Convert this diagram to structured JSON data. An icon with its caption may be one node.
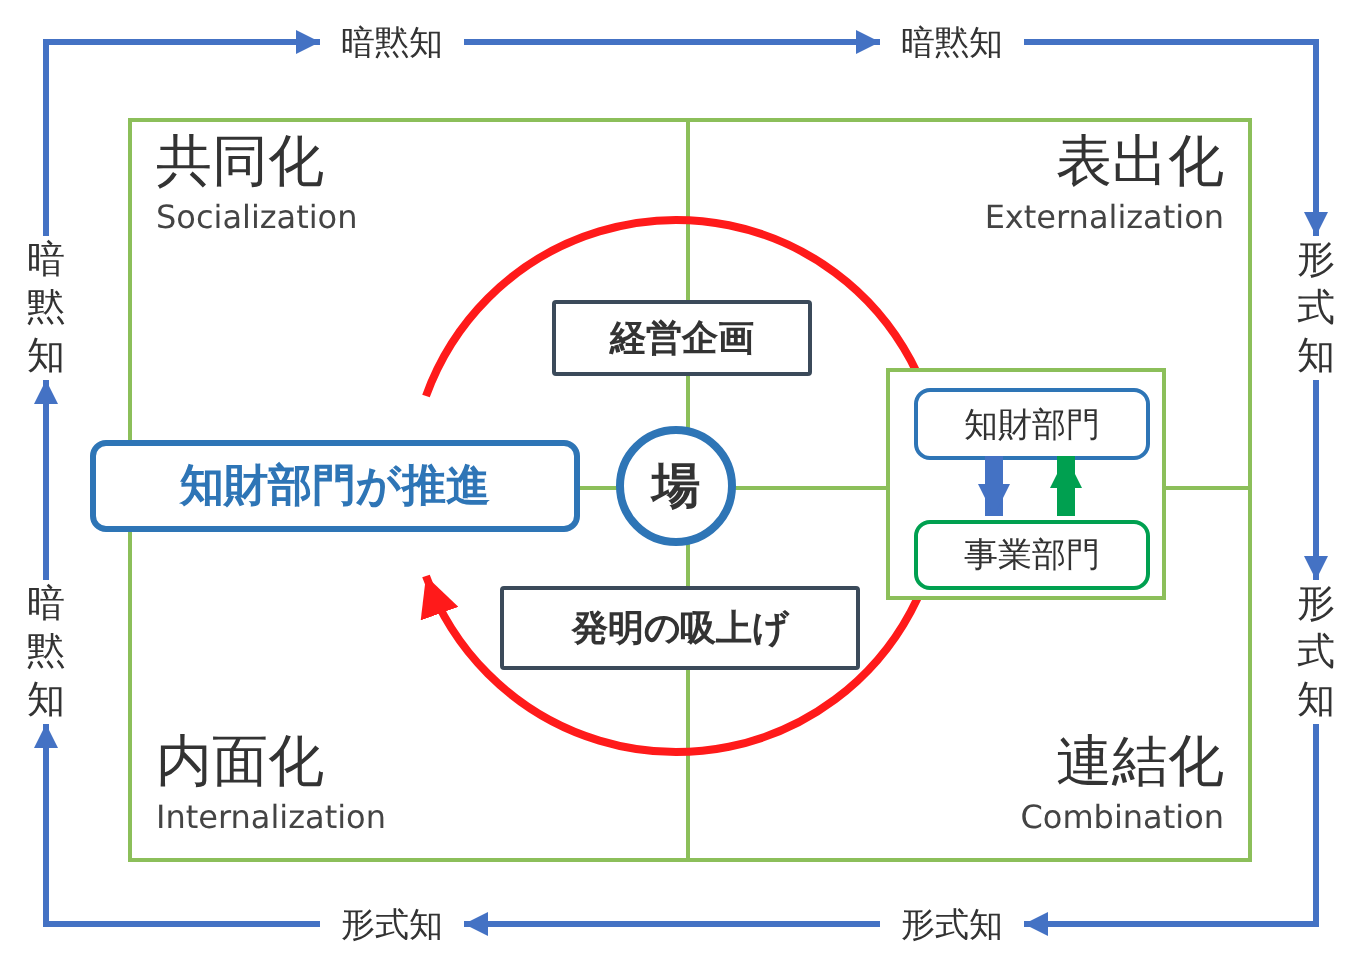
{
  "diagram": {
    "nodes": [
      {
        "text": [
          "暗黙知"
        ]
      },
      {
        "text": [
          "暗黙知"
        ]
      },
      {
        "text": [
          "形式知"
        ]
      },
      {
        "text": [
          "形式知"
        ]
      },
      {
        "text": [
          "形式知"
        ]
      },
      {
        "text": [
          "形式知"
        ]
      },
      {
        "text": [
          "暗黙知"
        ]
      },
      {
        "text": [
          "暗黙知"
        ]
      },
      {
        "text": [
          "共同化",
          "Socialization"
        ]
      },
      {
        "text": [
          "表出化",
          "Externalization"
        ]
      },
      {
        "text": [
          "内面化",
          "Internalization"
        ]
      },
      {
        "text": [
          "連結化",
          "Combination"
        ]
      },
      {
        "text": [
          "経営企画"
        ]
      },
      {
        "text": [
          "知財部門が推進"
        ]
      },
      {
        "text": [
          "場"
        ]
      },
      {
        "text": [],
        "shape": "box"
      },
      {
        "text": [
          "知財部門"
        ],
        "in": 15
      },
      {
        "text": [
          "事業部門"
        ],
        "in": 15
      },
      {
        "text": [
          "発明の吸上げ"
        ]
      }
    ],
    "edges": [
      {
        "from": 0,
        "to": 1,
        "arrow": "to"
      },
      {
        "from": 1,
        "to": 2,
        "arrow": "to"
      },
      {
        "from": 2,
        "to": 3,
        "arrow": "to"
      },
      {
        "from": 3,
        "to": 4,
        "arrow": "to"
      },
      {
        "from": 4,
        "to": 5,
        "arrow": "to"
      },
      {
        "from": 5,
        "to": 6,
        "arrow": "to"
      },
      {
        "from": 6,
        "to": 7,
        "arrow": "to"
      },
      {
        "from": 7,
        "to": 0,
        "arrow": "to"
      },
      {
        "from": 16,
        "to": 17,
        "arrow": "to",
        "style": "thick"
      },
      {
        "from": 17,
        "to": 16,
        "arrow": "to",
        "style": "thick",
        "color": "#00a050"
      }
    ]
  }
}
